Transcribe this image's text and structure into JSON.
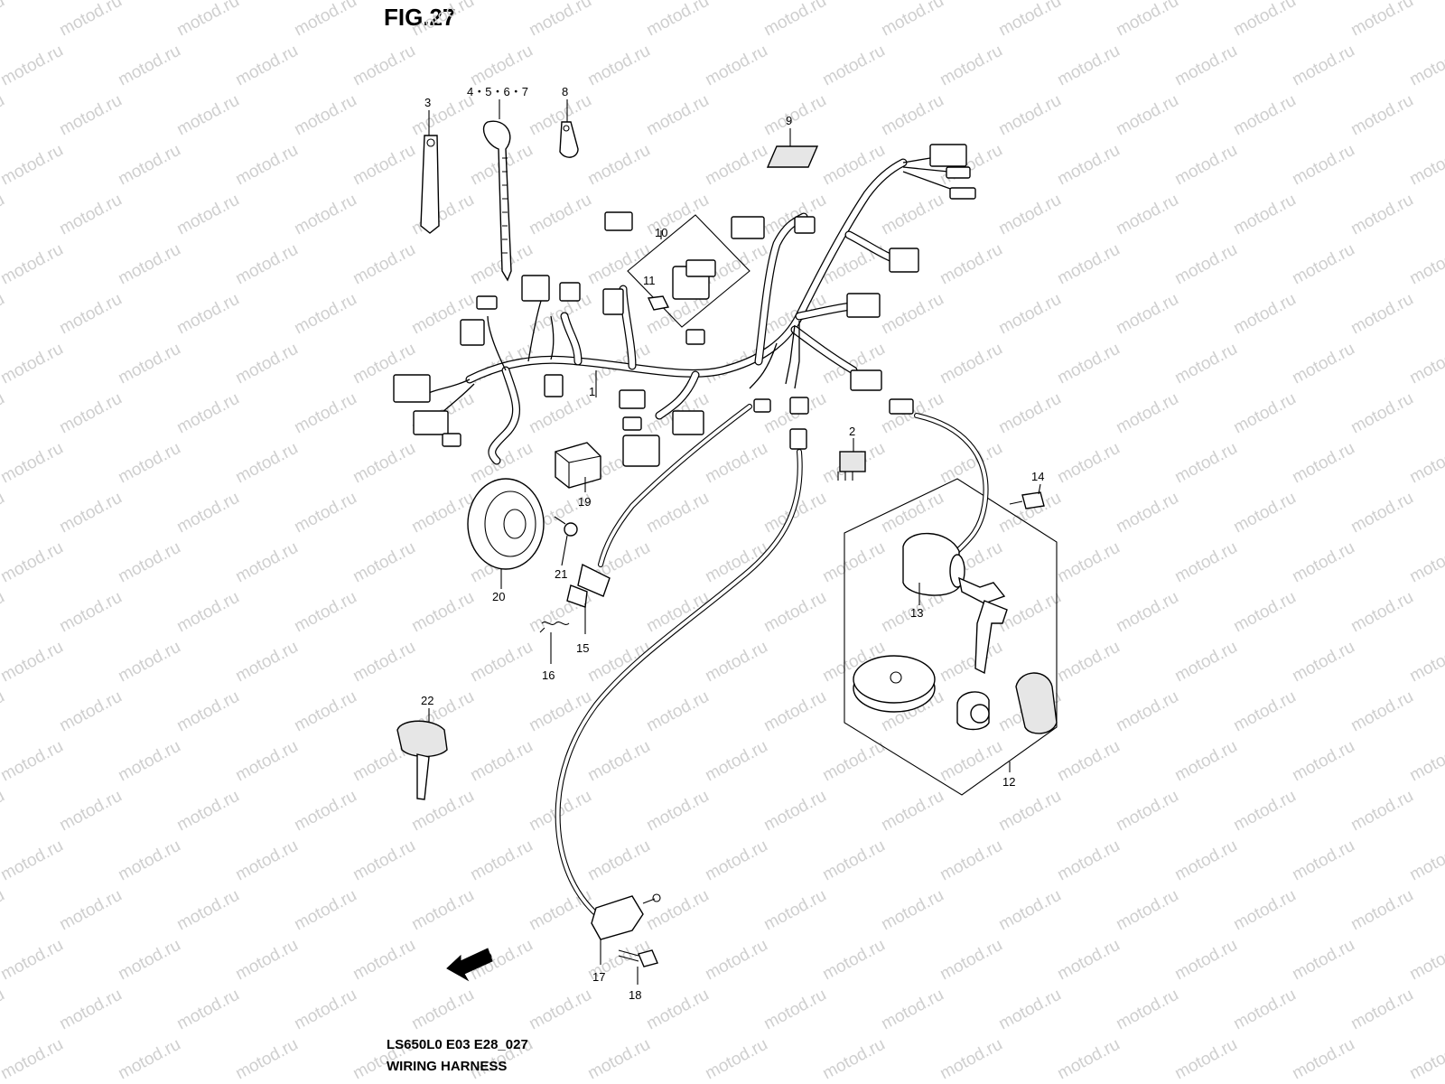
{
  "figure": {
    "title": "FIG.27",
    "code": "LS650L0 E03 E28_027",
    "name": "WIRING HARNESS"
  },
  "watermark": "motod.ru",
  "callouts": {
    "c1": "1",
    "c2": "2",
    "c3": "3",
    "c4567": "4・5・6・7",
    "c8": "8",
    "c9": "9",
    "c10": "10",
    "c11": "11",
    "c12": "12",
    "c13": "13",
    "c14": "14",
    "c15": "15",
    "c16": "16",
    "c17": "17",
    "c18": "18",
    "c19": "19",
    "c20": "20",
    "c21": "21",
    "c22": "22"
  },
  "arrow_label": "FWD"
}
